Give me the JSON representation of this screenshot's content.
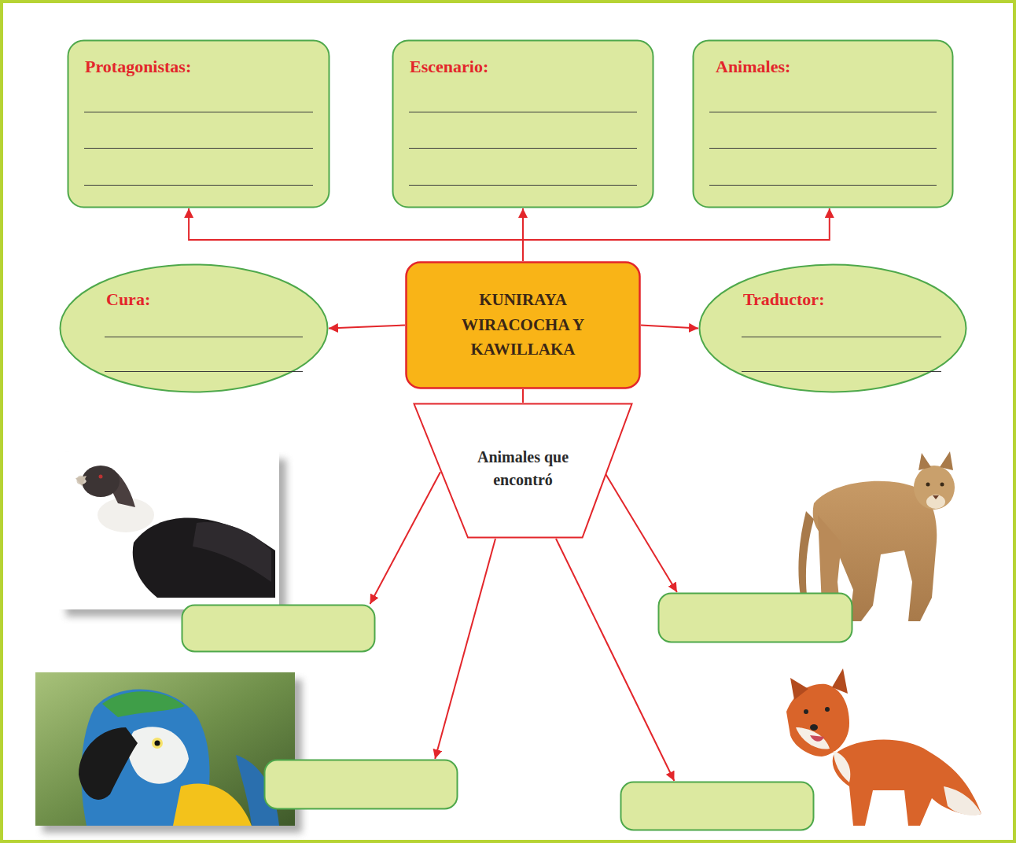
{
  "diagram": {
    "nodes": [
      {
        "text": [
          "Protagonistas:"
        ]
      },
      {
        "text": [
          "Escenario:"
        ]
      },
      {
        "text": [
          "Animales:"
        ]
      },
      {
        "text": [
          "Cura:"
        ]
      },
      {
        "text": [
          "KUNIRAYA WIRACOCHA Y KAWILLAKA"
        ]
      },
      {
        "text": [
          "Traductor:"
        ]
      },
      {
        "text": [
          "Animales que encontró"
        ]
      },
      {
        "text": []
      },
      {
        "text": []
      },
      {
        "text": []
      },
      {
        "text": []
      }
    ],
    "edges": [
      {
        "from": 4,
        "to": 0,
        "arrow": "to"
      },
      {
        "from": 4,
        "to": 1,
        "arrow": "to"
      },
      {
        "from": 4,
        "to": 2,
        "arrow": "to"
      },
      {
        "from": 4,
        "to": 3,
        "arrow": "to"
      },
      {
        "from": 4,
        "to": 5,
        "arrow": "to"
      },
      {
        "from": 4,
        "to": 6,
        "arrow": "none"
      },
      {
        "from": 6,
        "to": 7,
        "arrow": "to"
      },
      {
        "from": 6,
        "to": 8,
        "arrow": "to"
      },
      {
        "from": 6,
        "to": 9,
        "arrow": "to"
      },
      {
        "from": 6,
        "to": 10,
        "arrow": "to"
      }
    ]
  }
}
